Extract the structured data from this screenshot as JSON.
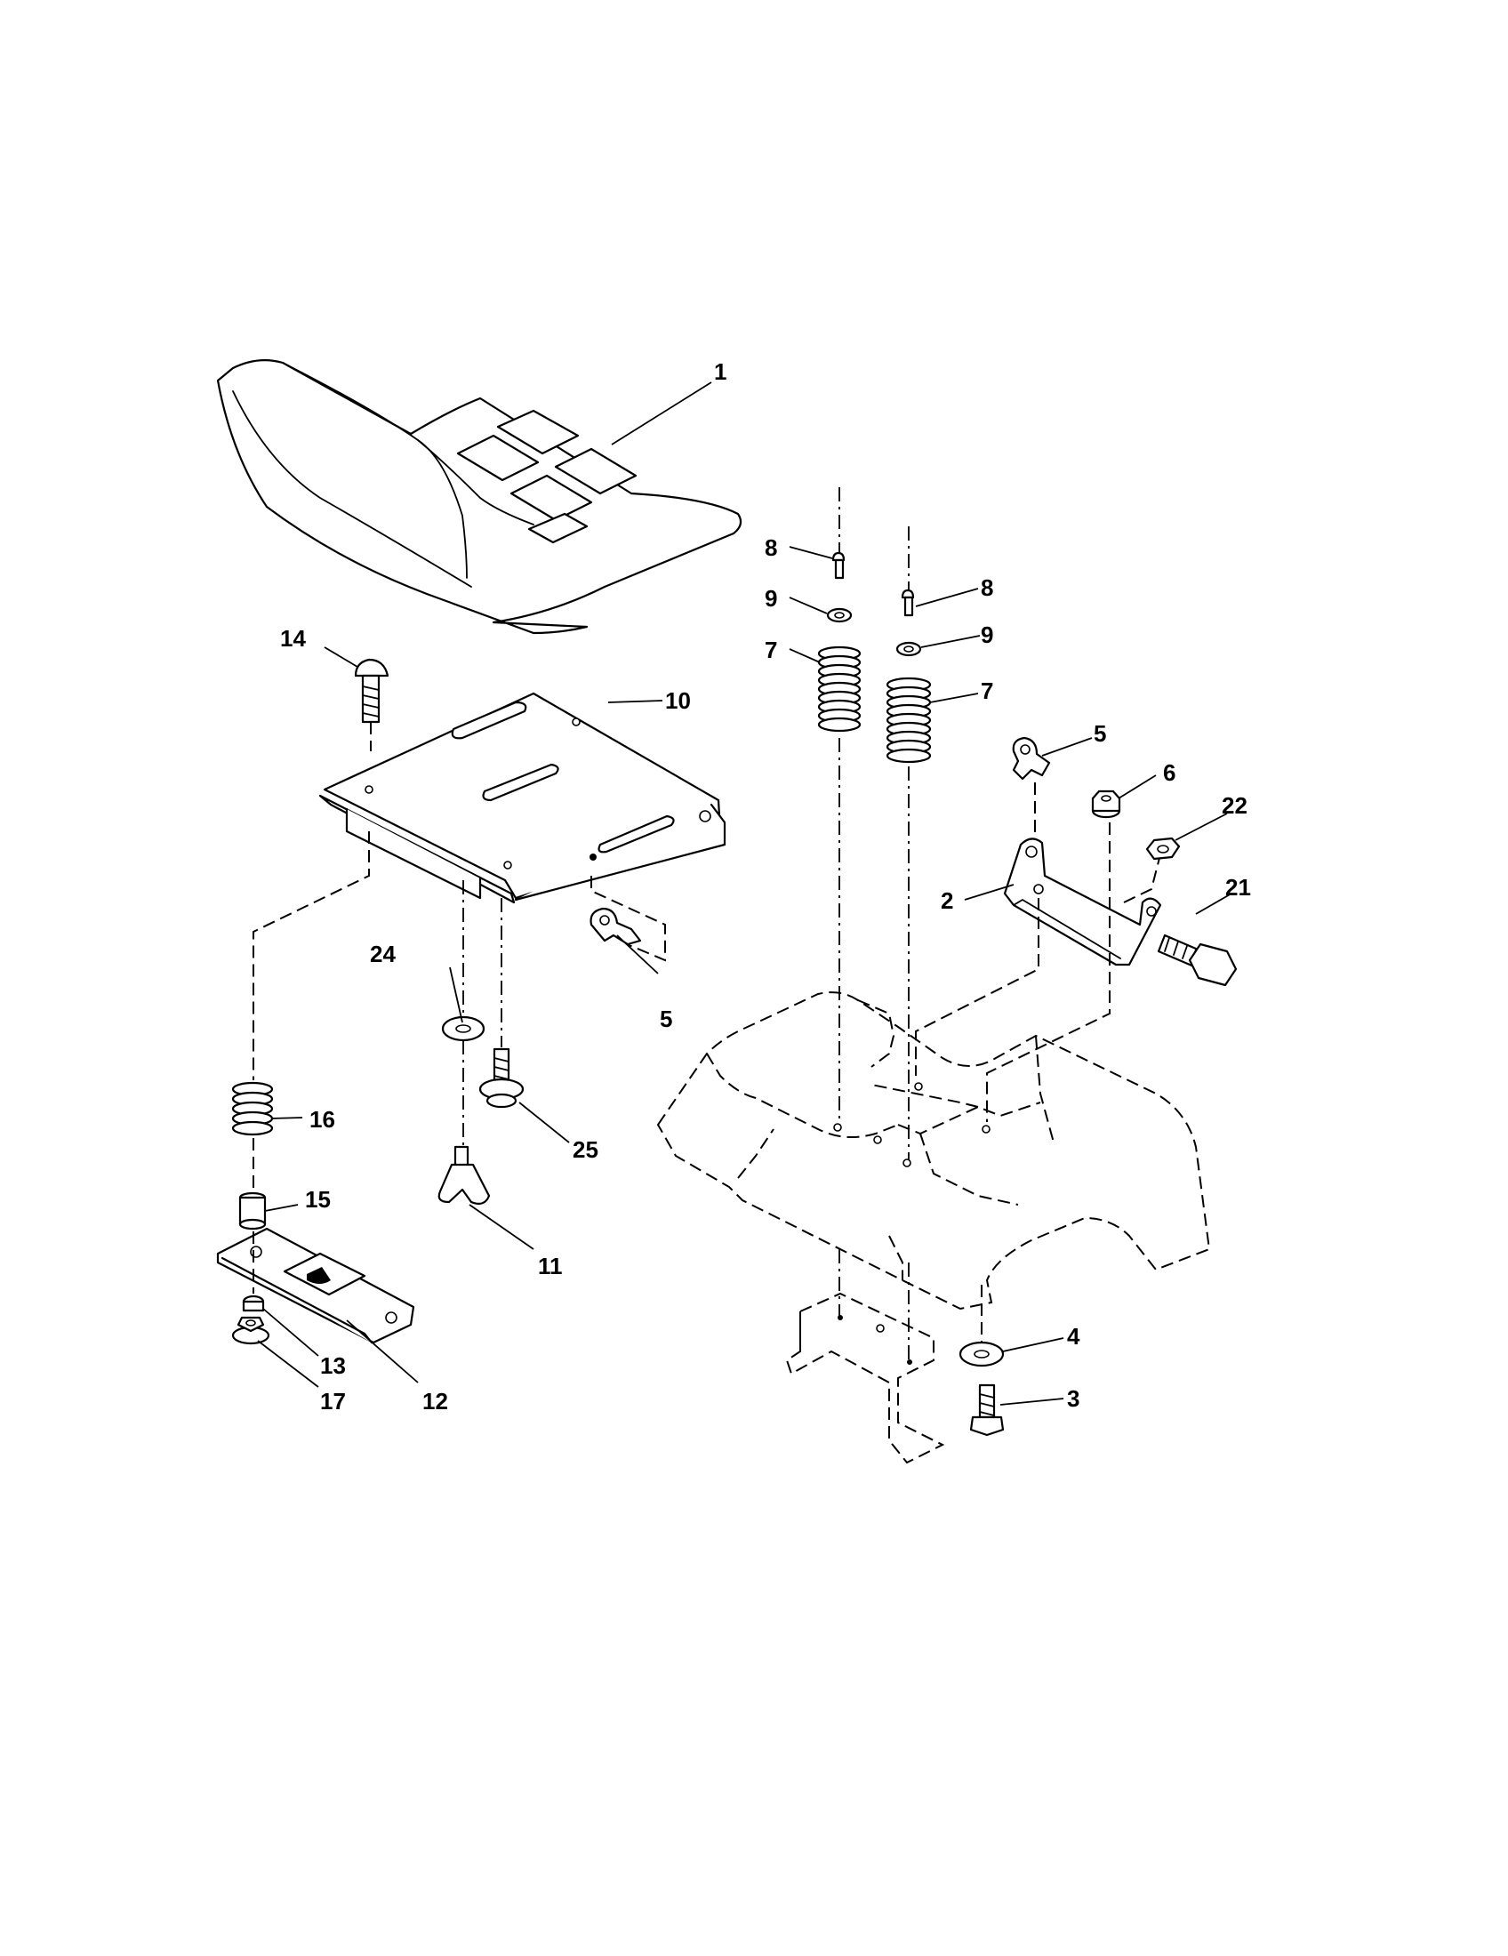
{
  "diagram": {
    "callouts": [
      {
        "id": "1",
        "label": "1"
      },
      {
        "id": "2",
        "label": "2"
      },
      {
        "id": "3",
        "label": "3"
      },
      {
        "id": "4",
        "label": "4"
      },
      {
        "id": "5a",
        "label": "5"
      },
      {
        "id": "5b",
        "label": "5"
      },
      {
        "id": "6",
        "label": "6"
      },
      {
        "id": "7a",
        "label": "7"
      },
      {
        "id": "7b",
        "label": "7"
      },
      {
        "id": "8a",
        "label": "8"
      },
      {
        "id": "8b",
        "label": "8"
      },
      {
        "id": "9a",
        "label": "9"
      },
      {
        "id": "9b",
        "label": "9"
      },
      {
        "id": "10",
        "label": "10"
      },
      {
        "id": "11",
        "label": "11"
      },
      {
        "id": "12",
        "label": "12"
      },
      {
        "id": "13",
        "label": "13"
      },
      {
        "id": "14",
        "label": "14"
      },
      {
        "id": "15",
        "label": "15"
      },
      {
        "id": "16",
        "label": "16"
      },
      {
        "id": "17",
        "label": "17"
      },
      {
        "id": "21",
        "label": "21"
      },
      {
        "id": "22",
        "label": "22"
      },
      {
        "id": "24",
        "label": "24"
      },
      {
        "id": "25",
        "label": "25"
      }
    ]
  }
}
